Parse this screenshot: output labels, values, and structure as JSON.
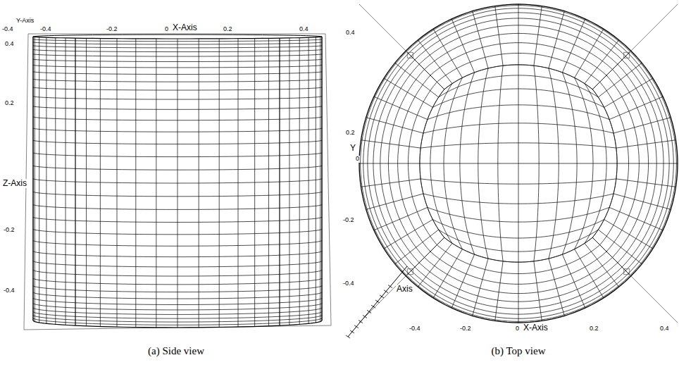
{
  "diagram": {
    "labels": [
      "X-Axis",
      "-0.4",
      "-0.2",
      "0",
      "0.2",
      "0.4",
      "-0.4",
      "Y-Axis",
      "0.4",
      "0.2",
      "Z-Axis",
      "-0.2",
      "-0.4",
      "0.4",
      "0.2",
      "Y",
      "0",
      "-0.2",
      "-0.4",
      "-0.4",
      "-0.2",
      "0",
      "X-Axis",
      "0.2",
      "0.4",
      "Axis",
      "(a) Side view",
      "(b) Top view"
    ]
  }
}
